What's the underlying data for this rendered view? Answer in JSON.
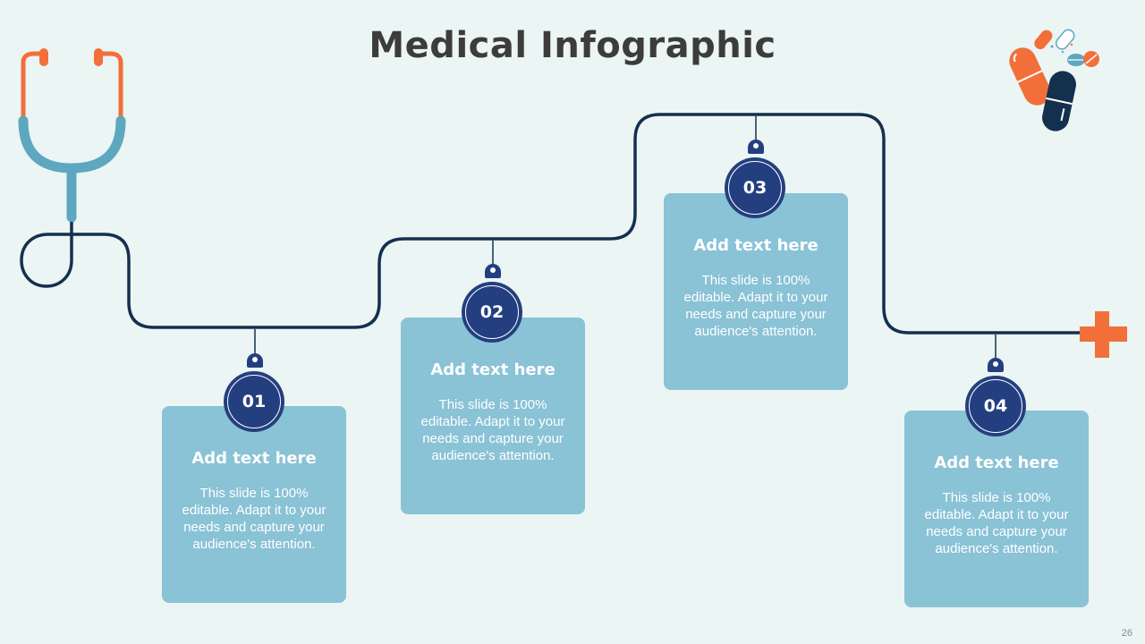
{
  "title": "Medical Infographic",
  "page_number": "26",
  "colors": {
    "background": "#ebf5f3",
    "path": "#14304f",
    "card": "#8ac2d6",
    "badge": "#243f80",
    "accent_orange": "#f26f3a",
    "stethoscope_blue": "#5ea7c0"
  },
  "steps": [
    {
      "number": "01",
      "heading": "Add text here",
      "body": "This slide is 100% editable. Adapt it to your needs and capture your audience's attention."
    },
    {
      "number": "02",
      "heading": "Add text here",
      "body": "This slide is 100% editable. Adapt it to your needs and capture your audience's attention."
    },
    {
      "number": "03",
      "heading": "Add text here",
      "body": "This slide is 100% editable. Adapt it to your needs and capture your audience's attention."
    },
    {
      "number": "04",
      "heading": "Add text here",
      "body": "This slide is 100% editable. Adapt it to your needs and capture your audience's attention."
    }
  ],
  "icons": {
    "stethoscope": "stethoscope-icon",
    "pills": "pills-icon",
    "cross": "medical-cross-icon"
  }
}
